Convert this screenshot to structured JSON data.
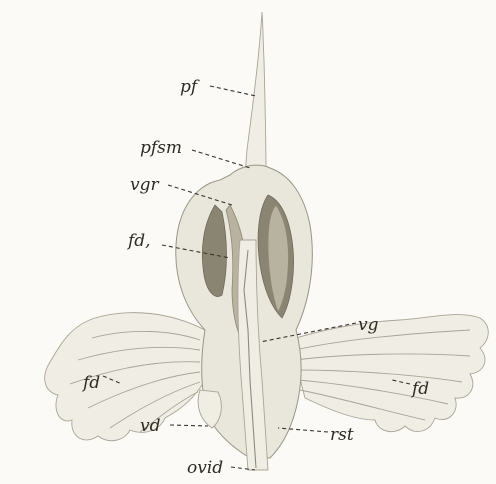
{
  "figure": {
    "labels": {
      "pf": "pf",
      "pfsm": "pfsm",
      "vgr": "vgr",
      "fd1": "fd,",
      "vg": "vg",
      "fd_left": "fd",
      "fd_right": "fd",
      "vd": "vd",
      "rst": "rst",
      "ovid": "ovid"
    },
    "colors": {
      "paper": "#fbfaf6",
      "ink": "#2e2a24",
      "tissue": "#e9e6db",
      "shadow": "#8a8472"
    }
  }
}
